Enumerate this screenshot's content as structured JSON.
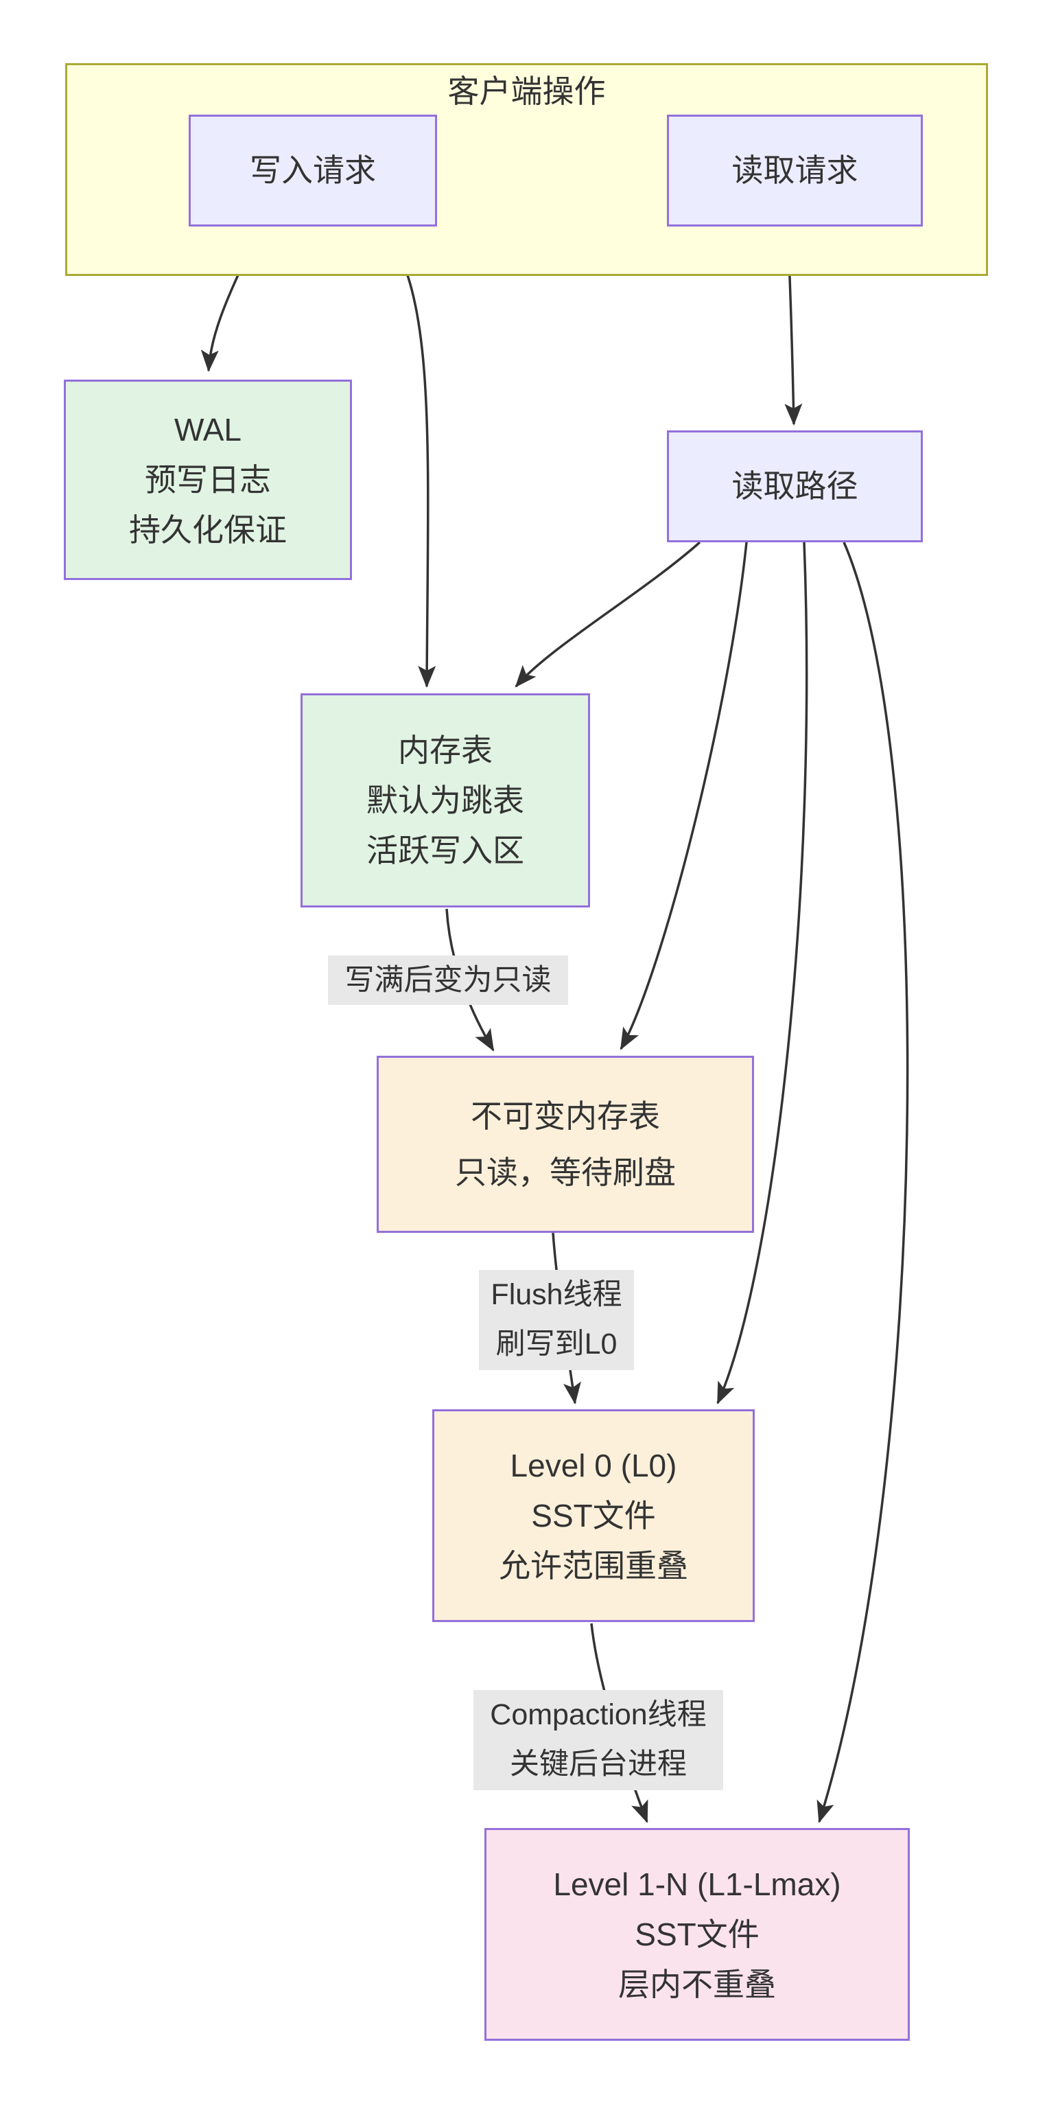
{
  "diagram": {
    "cluster": {
      "title": "客户端操作"
    },
    "nodes": {
      "write_request": {
        "label": "写入请求"
      },
      "read_request": {
        "label": "读取请求"
      },
      "wal": {
        "lines": [
          "WAL",
          "预写日志",
          "持久化保证"
        ]
      },
      "read_path": {
        "label": "读取路径"
      },
      "memtable": {
        "lines": [
          "内存表",
          "默认为跳表",
          "活跃写入区"
        ]
      },
      "immutable_memtable": {
        "lines": [
          "不可变内存表",
          "只读，等待刷盘"
        ]
      },
      "level0": {
        "lines": [
          "Level 0 (L0)",
          "SST文件",
          "允许范围重叠"
        ]
      },
      "level1n": {
        "lines": [
          "Level 1-N (L1-Lmax)",
          "SST文件",
          "层内不重叠"
        ]
      }
    },
    "edge_labels": {
      "memtable_full": "写满后变为只读",
      "flush_line1": "Flush线程",
      "flush_line2": "刷写到L0",
      "compaction_line1": "Compaction线程",
      "compaction_line2": "关键后台进程"
    },
    "colors": {
      "cluster_fill": "#ffffde",
      "cluster_border": "#aaaa33",
      "node_fill": "#ececff",
      "node_border": "#9370db",
      "green_fill": "#e1f3e2",
      "cream_fill": "#fcf0db",
      "pink_fill": "#fbe3ee",
      "edge_label_bg": "#e8e8e8",
      "edge_color": "#333333",
      "text_color": "#333333"
    }
  }
}
